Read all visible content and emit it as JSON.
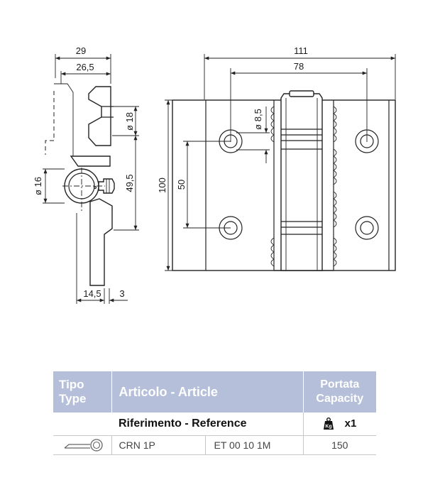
{
  "side_view": {
    "dims": {
      "width_total": "29",
      "width_inner": "26,5",
      "hole_dia": "ø 18",
      "pin_dia": "ø 16",
      "pin_offset": "49,5",
      "leaf_width": "14,5",
      "leaf_thickness": "3"
    }
  },
  "front_view": {
    "dims": {
      "total_width": "111",
      "hole_spacing_h": "78",
      "screw_hole": "ø 8,5",
      "hole_spacing_v": "50",
      "total_height": "100"
    }
  },
  "table": {
    "header": {
      "type_label_it": "Tipo",
      "type_label_en": "Type",
      "article_label": "Articolo - Article",
      "capacity_label_it": "Portata",
      "capacity_label_en": "Capacity"
    },
    "reference_label": "Riferimento - Reference",
    "weight_icon_text": "Kg",
    "multiplier": "x1",
    "rows": [
      {
        "article": "CRN 1P",
        "reference": "ET 00 10 1M",
        "capacity": "150"
      }
    ]
  },
  "colors": {
    "header_bg": "#b5bfd9",
    "header_text": "#ffffff",
    "line": "#222222"
  }
}
